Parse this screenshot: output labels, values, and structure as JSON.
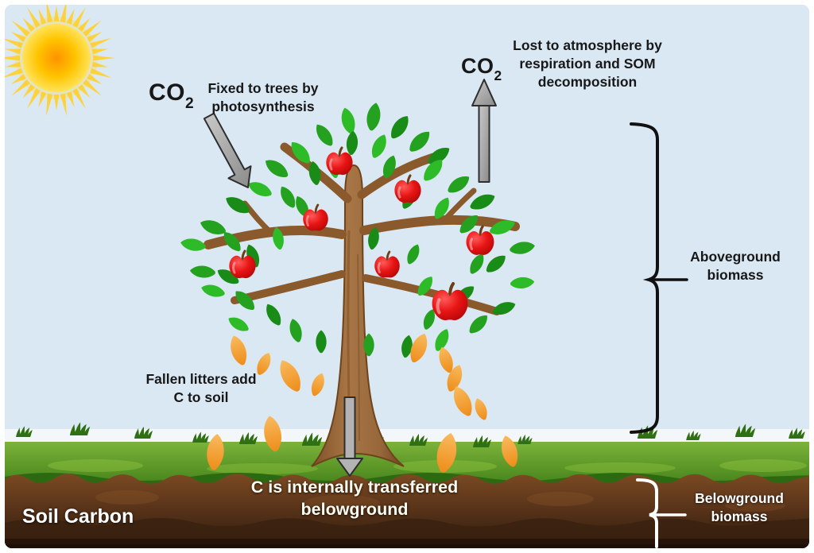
{
  "labels": {
    "co2": {
      "main": "CO",
      "sub": "2"
    },
    "co2_left_caption": "Fixed to trees by\nphotosynthesis",
    "co2_right_caption": "Lost to atmosphere by\nrespiration and SOM\ndecomposition",
    "fallen_litter": "Fallen litters add\nC to soil",
    "aboveground_biomass": "Aboveground\nbiomass",
    "belowground_biomass": "Belowground\nbiomass",
    "soil_carbon": "Soil Carbon",
    "internal_transfer": "C is internally transferred\nbelowground"
  },
  "icons": {
    "sun": "sun-icon",
    "tree": "apple-tree",
    "arrow_in": "arrow-down-right-into-tree",
    "arrow_out": "arrow-up-to-atmosphere",
    "arrow_below": "arrow-down-into-soil",
    "brace_above": "aboveground-biomass-brace",
    "brace_below": "belowground-biomass-brace"
  },
  "colors": {
    "sky": "#dae8f3",
    "horizon_band": "#f4f7f9",
    "grass": "#5c9c26",
    "grass_dark": "#2c6a11",
    "soil": "#7b4a22",
    "soil_dark": "#26140a",
    "trunk": "#9a693a",
    "leaf_green": "#2dbb28",
    "apple_red": "#e81414",
    "litter_orange": "#f4a63e",
    "arrow_gray": "#a6a6a6",
    "sun_core": "#ff9800",
    "text_dark": "#181818",
    "text_light": "#ffffff"
  }
}
